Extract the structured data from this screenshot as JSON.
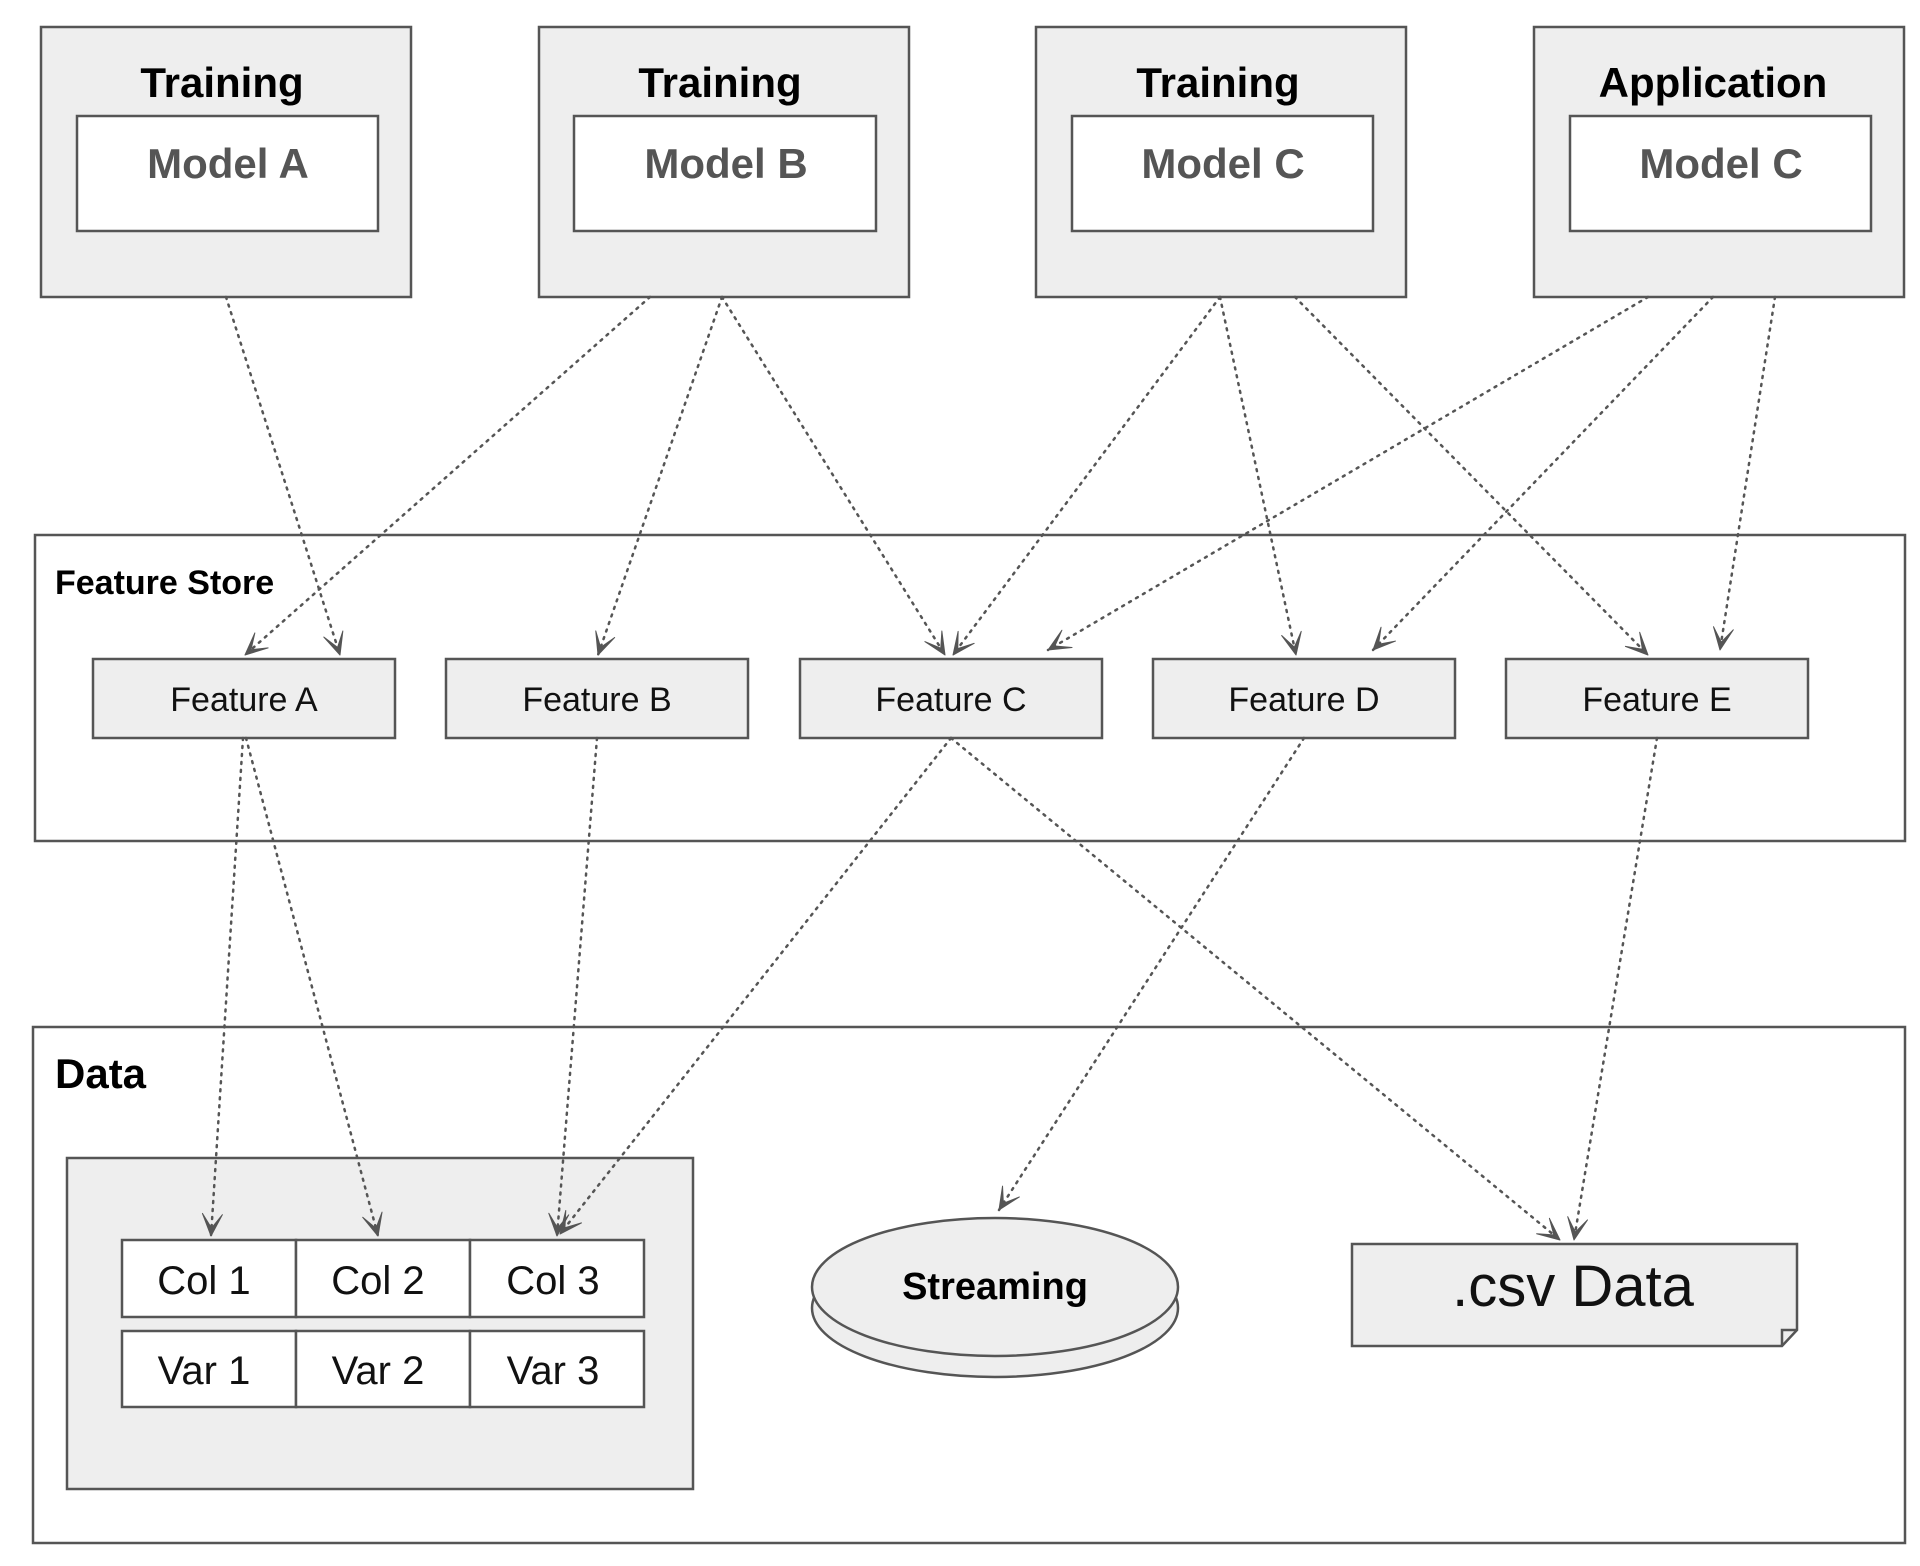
{
  "models": [
    {
      "id": "m1",
      "role": "Training",
      "model": "Model A"
    },
    {
      "id": "m2",
      "role": "Training",
      "model": "Model B"
    },
    {
      "id": "m3",
      "role": "Training",
      "model": "Model C"
    },
    {
      "id": "m4",
      "role": "Application",
      "model": "Model C"
    }
  ],
  "feature_store": {
    "title": "Feature Store",
    "features": [
      {
        "id": "fa",
        "label": "Feature A"
      },
      {
        "id": "fb",
        "label": "Feature B"
      },
      {
        "id": "fc",
        "label": "Feature C"
      },
      {
        "id": "fd",
        "label": "Feature D"
      },
      {
        "id": "fe",
        "label": "Feature E"
      }
    ]
  },
  "data": {
    "title": "Data",
    "table": {
      "headers": [
        "Col 1",
        "Col 2",
        "Col 3"
      ],
      "row": [
        "Var 1",
        "Var 2",
        "Var 3"
      ]
    },
    "streaming_label": "Streaming",
    "csv_label": ".csv Data"
  },
  "edges": [
    {
      "from": "m1",
      "to": "fa"
    },
    {
      "from": "m2",
      "to": "fa"
    },
    {
      "from": "m2",
      "to": "fb"
    },
    {
      "from": "m2",
      "to": "fc"
    },
    {
      "from": "m3",
      "to": "fc"
    },
    {
      "from": "m3",
      "to": "fd"
    },
    {
      "from": "m3",
      "to": "fe"
    },
    {
      "from": "m4",
      "to": "fc"
    },
    {
      "from": "m4",
      "to": "fd"
    },
    {
      "from": "m4",
      "to": "fe"
    },
    {
      "from": "fa",
      "to": "col1"
    },
    {
      "from": "fa",
      "to": "col2"
    },
    {
      "from": "fb",
      "to": "col3"
    },
    {
      "from": "fc",
      "to": "col3"
    },
    {
      "from": "fc",
      "to": "csv"
    },
    {
      "from": "fd",
      "to": "streaming"
    },
    {
      "from": "fe",
      "to": "csv"
    }
  ]
}
